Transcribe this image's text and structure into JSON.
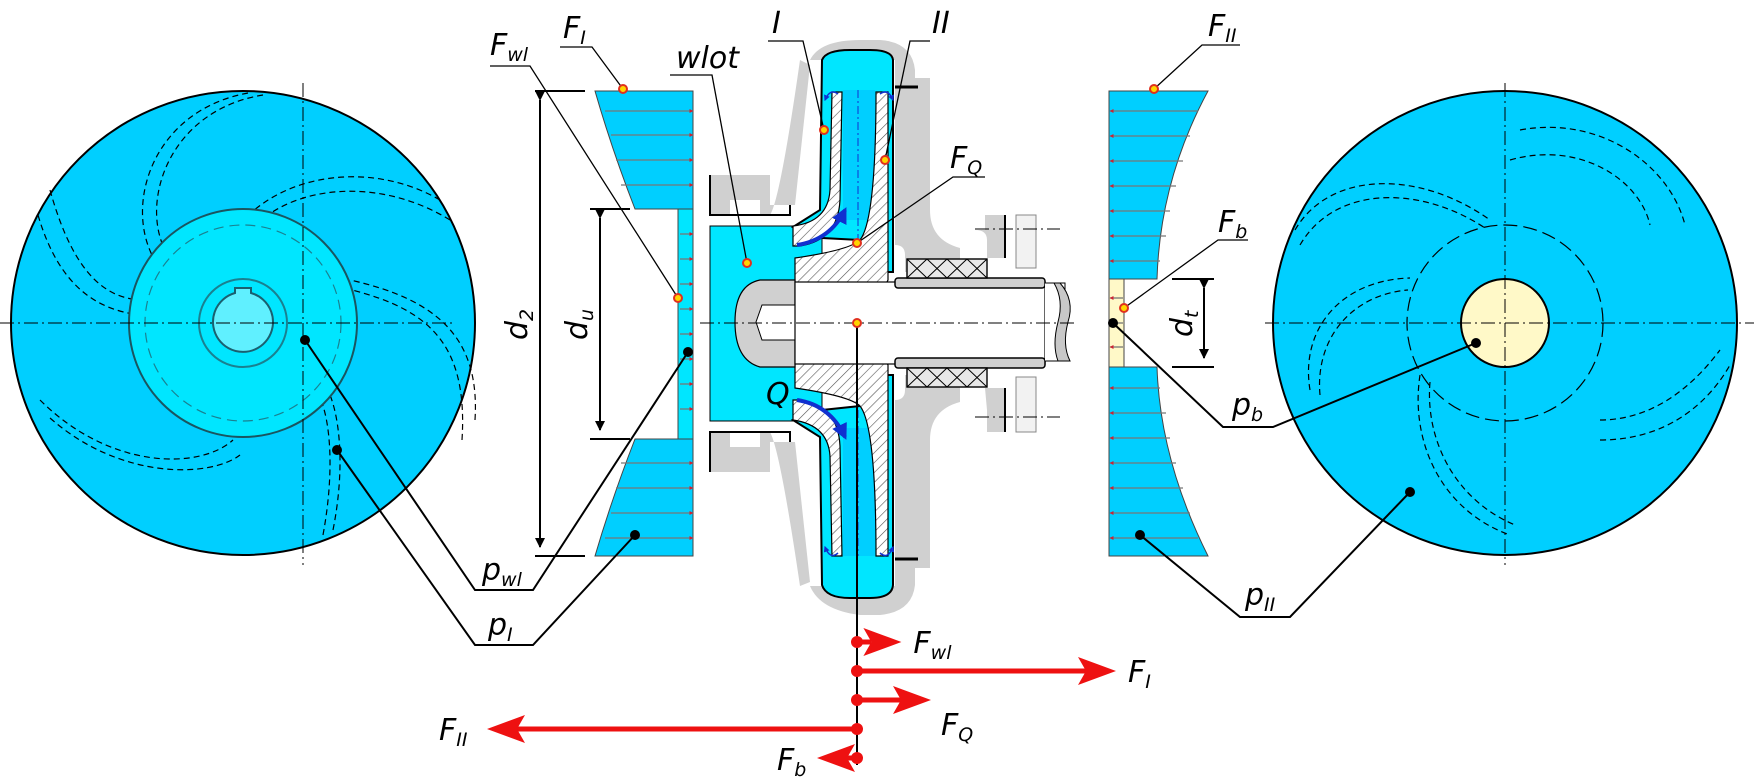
{
  "title": "Axial thrust on a centrifugal pump impeller",
  "colors": {
    "liquid": "#00cfff",
    "liquid_light": "#00e6ff",
    "hub": "#60f0ff",
    "shaft_area": "#fff9c8",
    "housing": "#d0d0d0",
    "force": "#ee1111",
    "flow": "#1030d0",
    "marker_fill": "#ffd400",
    "marker_ring": "#e0301e"
  },
  "labels": {
    "F_I": {
      "main": "F",
      "sub": "I"
    },
    "F_wl_top": {
      "main": "F",
      "sub": "wl"
    },
    "wlot": "wlot",
    "I": "I",
    "II": "II",
    "F_II_top": {
      "main": "F",
      "sub": "II"
    },
    "F_Q_top": {
      "main": "F",
      "sub": "Q"
    },
    "F_b_top": {
      "main": "F",
      "sub": "b"
    },
    "d_2": {
      "main": "d",
      "sub": "2"
    },
    "d_u": {
      "main": "d",
      "sub": "u"
    },
    "d_t": {
      "main": "d",
      "sub": "t"
    },
    "Q": "Q",
    "p_wl": {
      "main": "p",
      "sub": "wl"
    },
    "p_I": {
      "main": "p",
      "sub": "I"
    },
    "p_b": {
      "main": "p",
      "sub": "b"
    },
    "p_II": {
      "main": "p",
      "sub": "II"
    }
  },
  "force_balance": {
    "vectors": [
      {
        "name": "F_wl",
        "main": "F",
        "sub": "wl",
        "direction": "right",
        "relative_magnitude": 0.12
      },
      {
        "name": "F_I",
        "main": "F",
        "sub": "I",
        "direction": "right",
        "relative_magnitude": 0.7
      },
      {
        "name": "F_Q",
        "main": "F",
        "sub": "Q",
        "direction": "right",
        "relative_magnitude": 0.2
      },
      {
        "name": "F_II",
        "main": "F",
        "sub": "II",
        "direction": "left",
        "relative_magnitude": 1.0
      },
      {
        "name": "F_b",
        "main": "F",
        "sub": "b",
        "direction": "left",
        "relative_magnitude": 0.1
      }
    ]
  },
  "views": {
    "left_disc": "front view of impeller, suction side (pressure p_I, p_wl)",
    "right_disc": "rear view of impeller, shaft side (pressure p_II, p_b)"
  }
}
